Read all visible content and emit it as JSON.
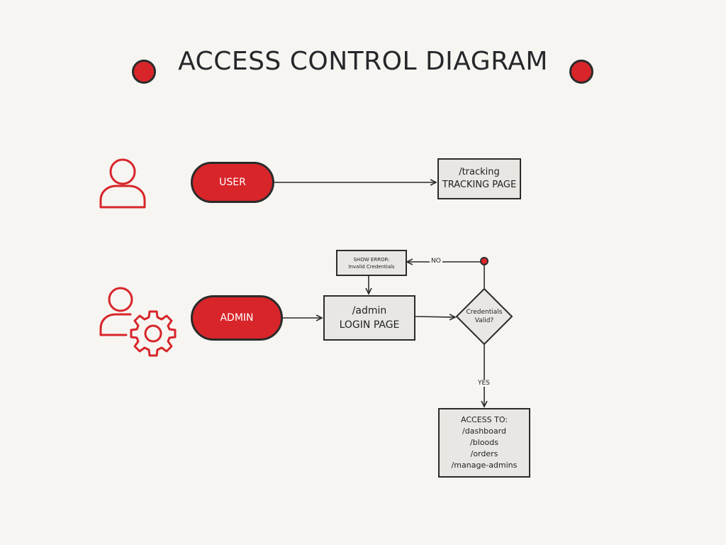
{
  "title": "ACCESS CONTROL DIAGRAM",
  "colors": {
    "accent": "#d8252a",
    "stroke": "#2b2b2b",
    "box_fill": "#e8e7e3",
    "background": "#f6f5f1"
  },
  "icons": {
    "user": "person-icon",
    "admin": "person-gear-icon"
  },
  "nodes": {
    "user": "USER",
    "admin": "ADMIN",
    "tracking": {
      "line1": "/tracking",
      "line2": "TRACKING PAGE"
    },
    "login": {
      "line1": "/admin",
      "line2": "LOGIN PAGE"
    },
    "error": {
      "line1": "SHOW ERROR:",
      "line2": "Invalid Credentials"
    },
    "decision": {
      "line1": "Credentials",
      "line2": "Valid?"
    },
    "access": {
      "heading": "ACCESS TO:",
      "items": [
        "/dashboard",
        "/bloods",
        "/orders",
        "/manage-admins"
      ]
    }
  },
  "edge_labels": {
    "no": "NO",
    "yes": "YES"
  }
}
